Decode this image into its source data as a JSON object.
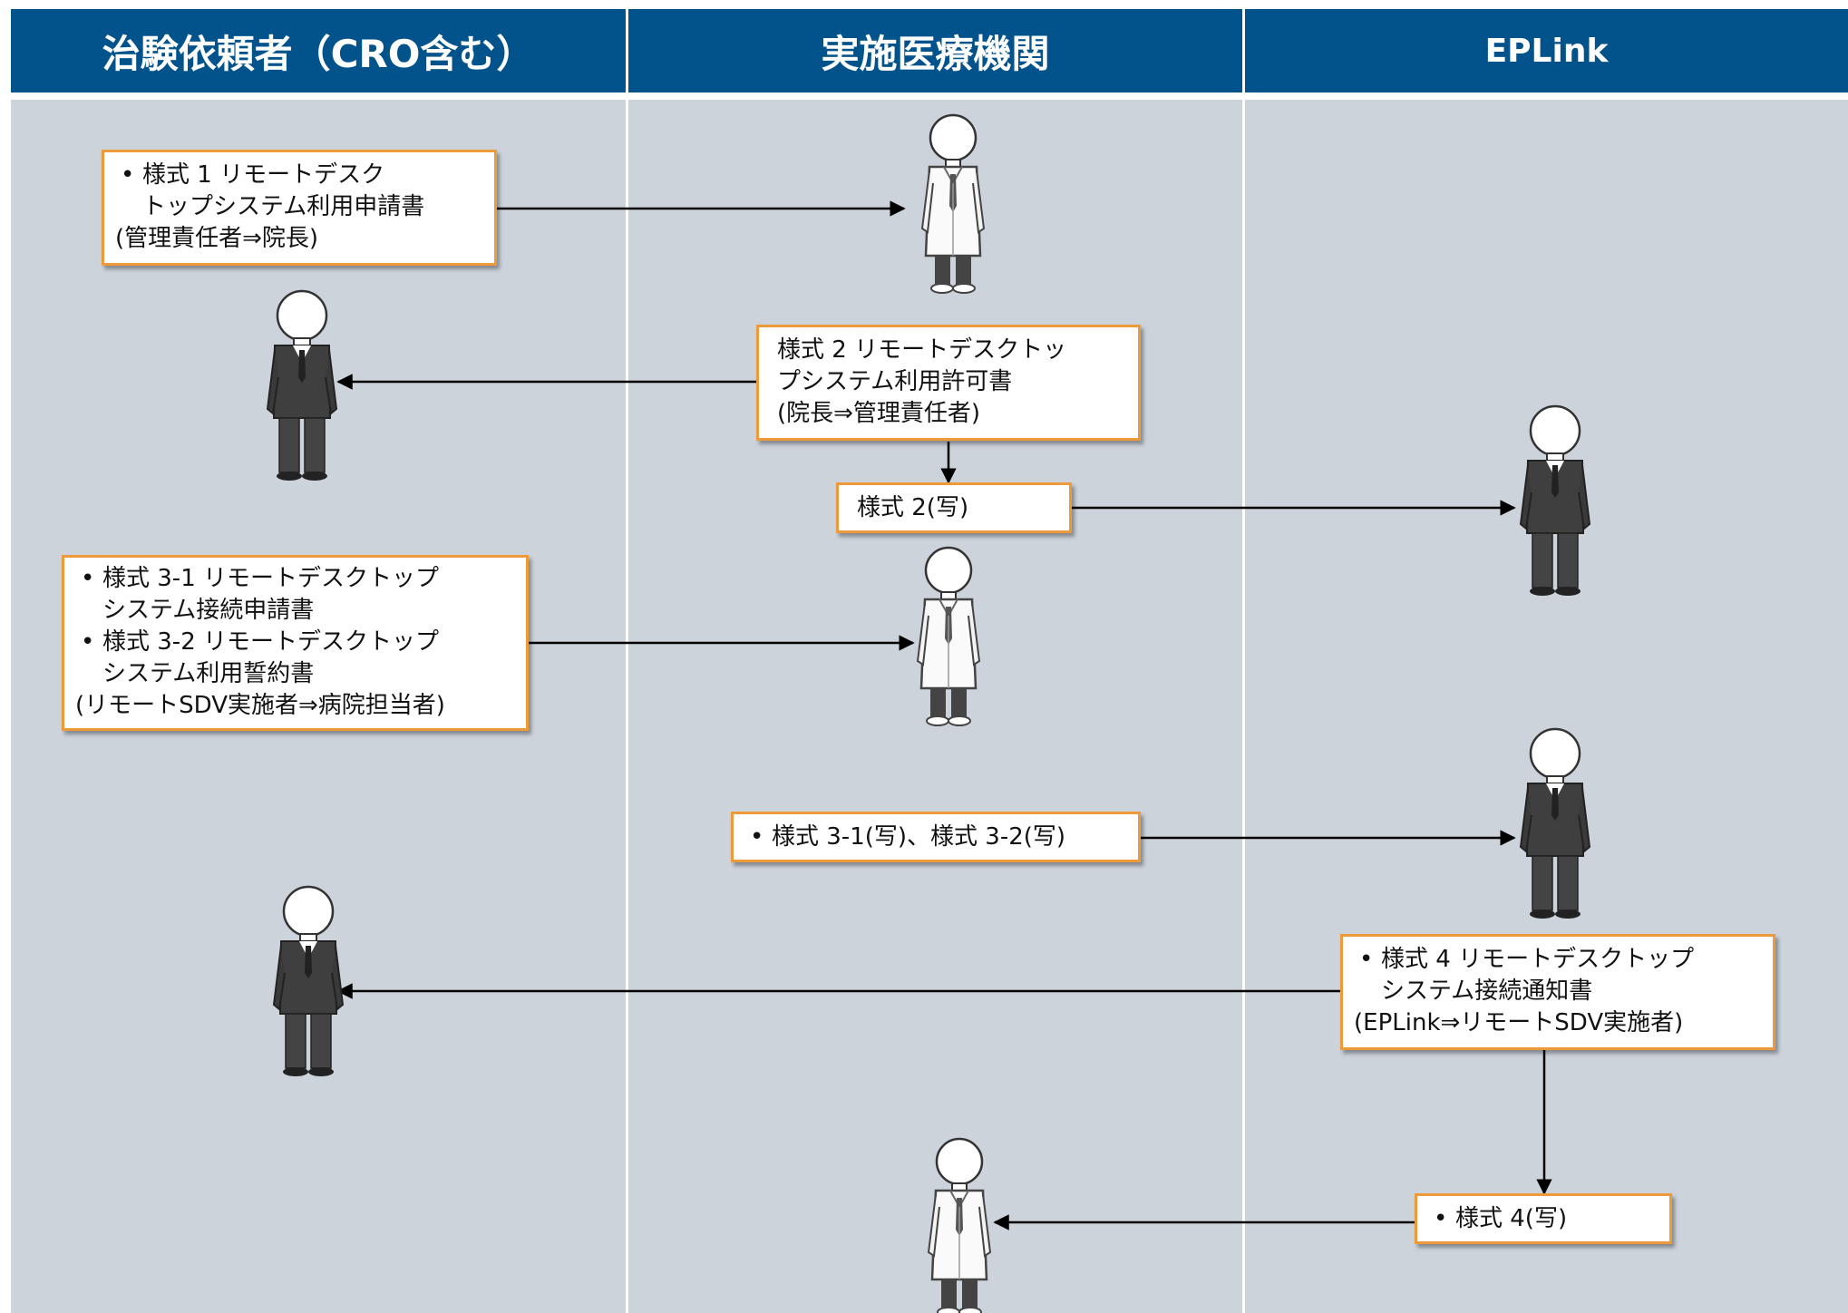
{
  "lanes": {
    "sponsor": "治験依頼者（CRO含む）",
    "site": "実施医療機関",
    "eplink": "EPLink"
  },
  "figures": {
    "sponsor_person": "suit-person-icon",
    "site_person": "doctor-person-icon",
    "eplink_person": "suit-person-icon"
  },
  "colors": {
    "header": "#02538B",
    "lane": "#CCD3DB",
    "box_border": "#EE9A3A"
  },
  "boxes": {
    "form1": {
      "line1": "様式 1 リモートデスク",
      "line2": "トップシステム利用申請書",
      "line3": "(管理責任者⇒院長)"
    },
    "form2": {
      "line1": "様式 2 リモートデスクトッ",
      "line2": "プシステム利用許可書",
      "line3": "(院長⇒管理責任者)"
    },
    "form2_copy": {
      "line1": "様式 2(写)"
    },
    "form3": {
      "item1_a": "様式 3-1 リモートデスクトップ",
      "item1_b": "システム接続申請書",
      "item2_a": "様式 3-2 リモートデスクトップ",
      "item2_b": "システム利用誓約書",
      "line3": "(リモートSDV実施者⇒病院担当者)"
    },
    "form3_copy": {
      "line1": "様式 3-1(写)、様式 3-2(写)"
    },
    "form4": {
      "line1": "様式 4 リモートデスクトップ",
      "line2": "システム接続通知書",
      "line3": "(EPLink⇒リモートSDV実施者)"
    },
    "form4_copy": {
      "line1": "様式 4(写)"
    }
  }
}
